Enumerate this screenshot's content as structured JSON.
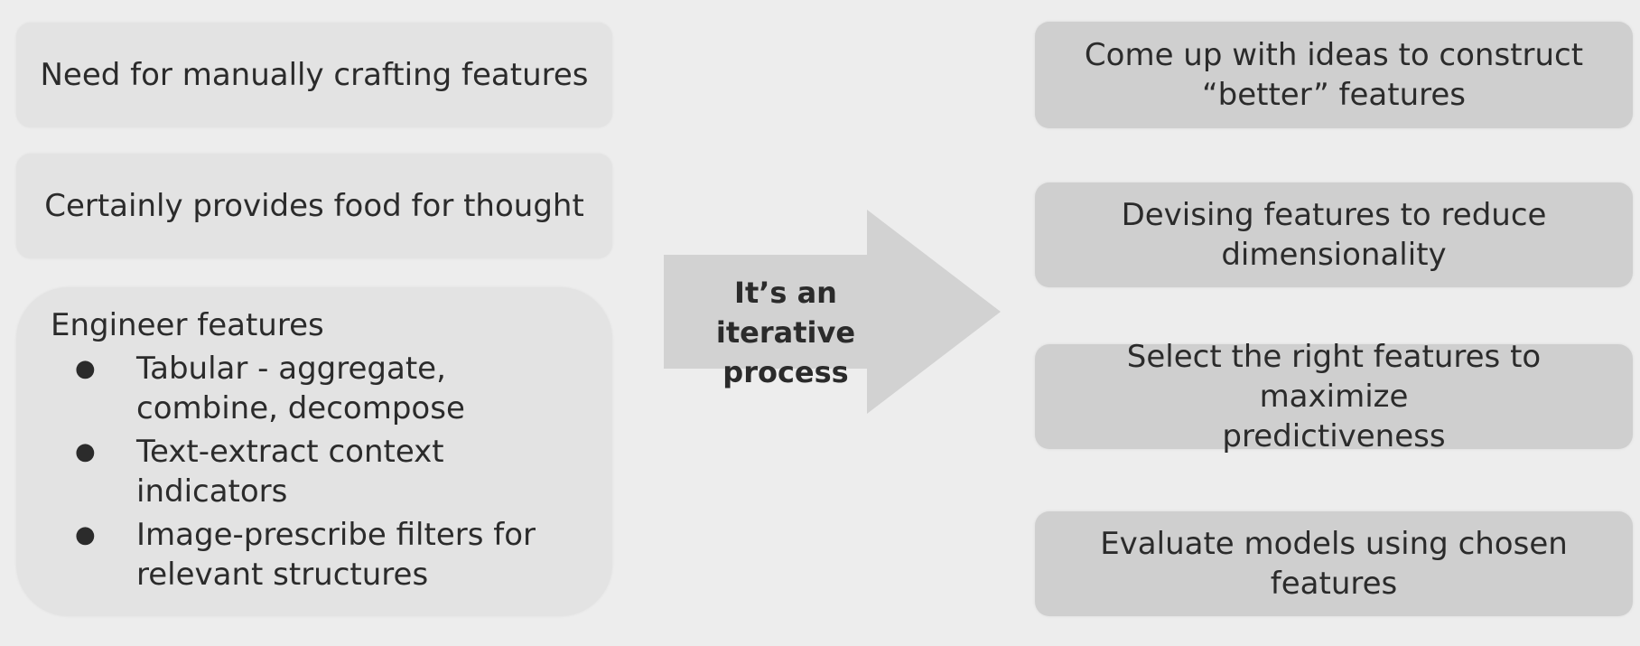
{
  "left_boxes": {
    "need": "Need for manually crafting features",
    "food": "Certainly provides food for thought",
    "engineer": {
      "title": "Engineer features",
      "bullet_symbol": "●",
      "items": [
        "Tabular - aggregate, combine, decompose",
        "Text-extract context indicators",
        "Image-prescribe filters for relevant structures"
      ]
    }
  },
  "arrow": {
    "label_line1": "It’s an iterative",
    "label_line2": "process"
  },
  "steps": [
    {
      "line1": "Come up with ideas to construct",
      "line2": "“better” features"
    },
    {
      "line1": "Devising features to reduce",
      "line2": "dimensionality"
    },
    {
      "line1": "Select the right features to maximize",
      "line2": "predictiveness"
    },
    {
      "line1": "Evaluate models using chosen",
      "line2": "features"
    }
  ],
  "colors": {
    "background": "#ededed",
    "left_box": "#e3e3e3",
    "right_box": "#cfcfcf",
    "arrow": "#d2d2d2",
    "text": "#2b2b2b"
  }
}
